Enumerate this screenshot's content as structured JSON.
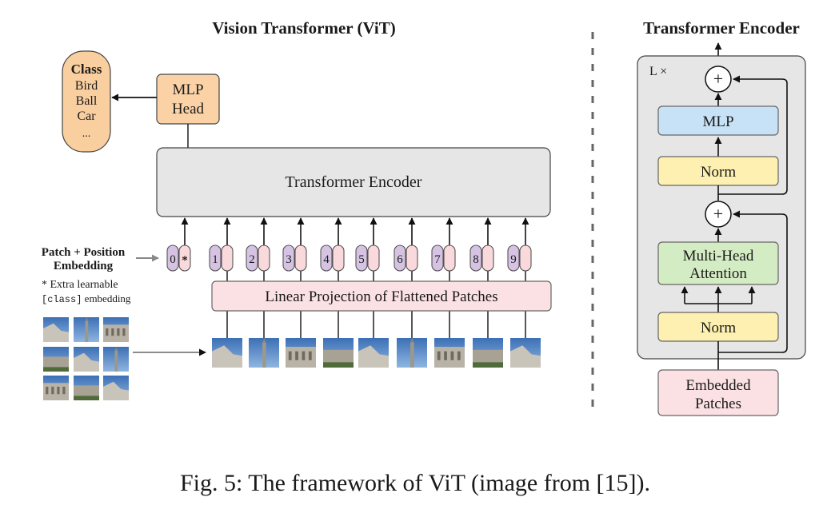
{
  "vit": {
    "title": "Vision Transformer (ViT)",
    "class_head": "Class",
    "class_items": [
      "Bird",
      "Ball",
      "Car",
      "..."
    ],
    "mlp_head_line1": "MLP",
    "mlp_head_line2": "Head",
    "encoder_label": "Transformer Encoder",
    "patch_pos_line1": "Patch + Position",
    "patch_pos_line2": "Embedding",
    "extra_note_line1": "* Extra learnable",
    "extra_note_code": "[class]",
    "extra_note_rest": " embedding",
    "tokens": [
      "0",
      "1",
      "2",
      "3",
      "4",
      "5",
      "6",
      "7",
      "8",
      "9"
    ],
    "class_token_symbol": "*",
    "projection_label": "Linear Projection of Flattened Patches"
  },
  "encoder": {
    "title": "Transformer Encoder",
    "repeat_label": "L ×",
    "mlp_label": "MLP",
    "norm_label": "Norm",
    "attention_line1": "Multi-Head",
    "attention_line2": "Attention",
    "embedded_line1": "Embedded",
    "embedded_line2": "Patches",
    "plus_symbol": "+"
  },
  "caption": "Fig. 5: The framework of ViT (image from [15]).",
  "colors": {
    "class_fill": "#f9cfa0",
    "mlp_head_fill": "#fbd2a6",
    "encoder_fill": "#e6e6e6",
    "token_purple": "#d6c3e3",
    "token_pink": "#f9d9dc",
    "projection_fill": "#fbe1e3",
    "mlp_fill": "#c7e2f6",
    "norm_fill": "#fdf0b0",
    "attention_fill": "#d4ecc4",
    "embedded_fill": "#fbe1e3",
    "sky": "#4f86c6",
    "building": "#a9a49a"
  }
}
